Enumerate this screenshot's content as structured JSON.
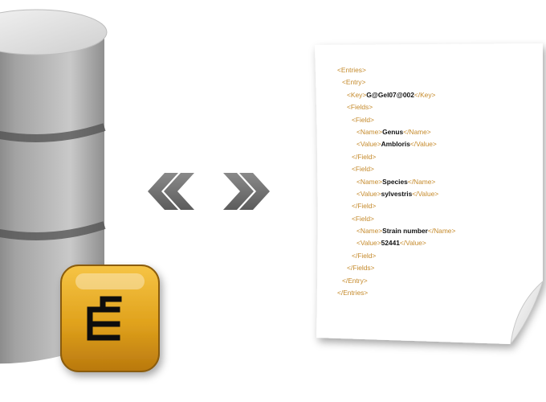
{
  "colors": {
    "tag": "#c58a2b",
    "text": "#111111",
    "arrow": "#6d6d6d",
    "badge": "#e0a21c"
  },
  "icons": {
    "database": "database-icon",
    "badge": "hierarchy-icon",
    "arrows": "double-chevron-icons",
    "document": "xml-document-icon"
  },
  "xml_lines": [
    {
      "indent": 0,
      "open": "<Entries>",
      "value": "",
      "close": ""
    },
    {
      "indent": 1,
      "open": "<Entry>",
      "value": "",
      "close": ""
    },
    {
      "indent": 2,
      "open": "<Key>",
      "value": "G@Gel07@002",
      "close": "</Key>"
    },
    {
      "indent": 2,
      "open": "<Fields>",
      "value": "",
      "close": ""
    },
    {
      "indent": 3,
      "open": "<Field>",
      "value": "",
      "close": ""
    },
    {
      "indent": 4,
      "open": "<Name>",
      "value": "Genus",
      "close": "</Name>"
    },
    {
      "indent": 4,
      "open": "<Value>",
      "value": "Ambloris",
      "close": "</Value>"
    },
    {
      "indent": 3,
      "open": "</Field>",
      "value": "",
      "close": ""
    },
    {
      "indent": 3,
      "open": "<Field>",
      "value": "",
      "close": ""
    },
    {
      "indent": 4,
      "open": "<Name>",
      "value": "Species",
      "close": "</Name>"
    },
    {
      "indent": 4,
      "open": "<Value>",
      "value": "sylvestris",
      "close": "</Value>"
    },
    {
      "indent": 3,
      "open": "</Field>",
      "value": "",
      "close": ""
    },
    {
      "indent": 3,
      "open": "<Field>",
      "value": "",
      "close": ""
    },
    {
      "indent": 4,
      "open": "<Name>",
      "value": "Strain number",
      "close": "</Name>"
    },
    {
      "indent": 4,
      "open": "<Value>",
      "value": "52441",
      "close": "</Value>"
    },
    {
      "indent": 3,
      "open": "</Field>",
      "value": "",
      "close": ""
    },
    {
      "indent": 2,
      "open": "</Fields>",
      "value": "",
      "close": ""
    },
    {
      "indent": 1,
      "open": "</Entry>",
      "value": "",
      "close": ""
    },
    {
      "indent": 0,
      "open": "</Entries>",
      "value": "",
      "close": ""
    }
  ]
}
